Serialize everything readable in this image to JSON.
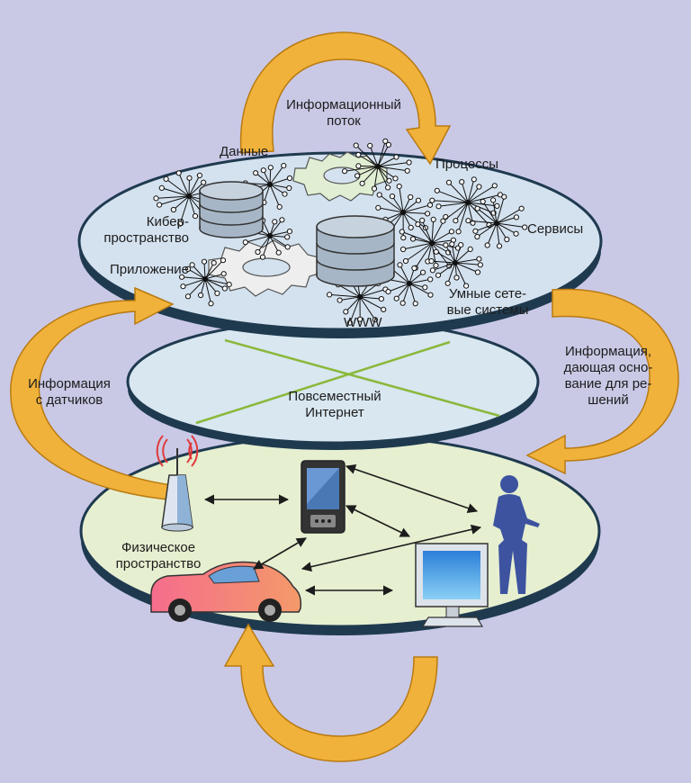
{
  "colors": {
    "background": "#c9c9e6",
    "cyber_plane": "#d4e2ef",
    "internet_plane": "#d8e7f0",
    "physical_plane": "#e6efd0",
    "flow_arrow": "#f0b23a",
    "internet_lines": "#8ab83a",
    "database": "#a7b6c6",
    "phone": "#4a78b4",
    "person": "#3d53a0",
    "car": "#ef6b8e"
  },
  "labels": {
    "info_flow": "Информационный\nпоток",
    "data": "Данные",
    "processes": "Процессы",
    "cyberspace": "Кибер-\nпространство",
    "services": "Сервисы",
    "application": "Приложение",
    "smart_networks": "Умные сете-\nвые системы",
    "www": "WWW",
    "sensor_info": "Информация\nс датчиков",
    "decision_info": "Информация,\nдающая осно-\nвание для ре-\nшений",
    "ubiquitous_internet": "Повсеместный\nИнтернет",
    "physical_space": "Физическое\nпространство"
  },
  "icons": [
    "gear-icon",
    "database-icon",
    "network-cluster-icon",
    "antenna-icon",
    "smartphone-icon",
    "person-icon",
    "car-icon",
    "monitor-icon",
    "double-arrow-icon"
  ]
}
